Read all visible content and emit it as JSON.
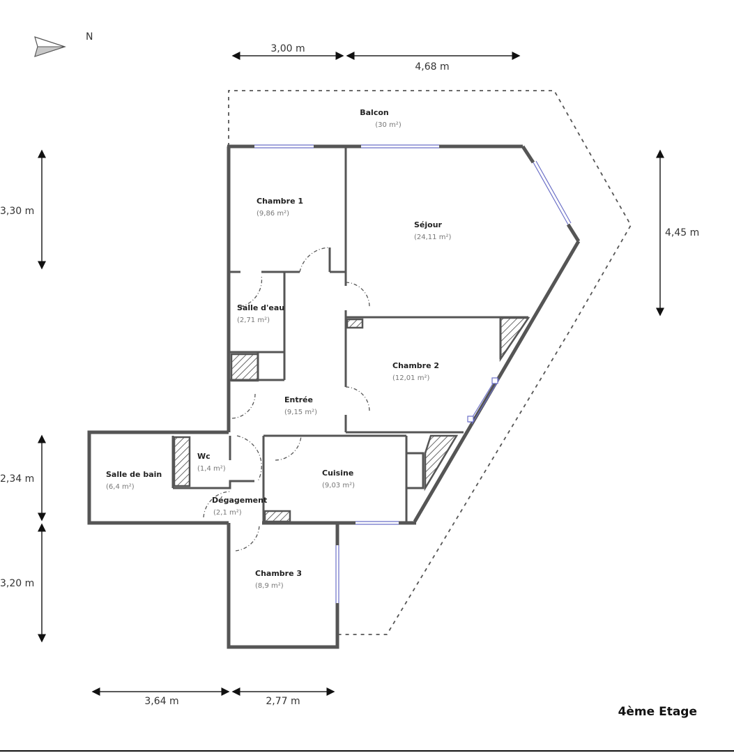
{
  "plan": {
    "floor_label": "4ème Etage",
    "north_label": "N",
    "compass_icon": "north-arrow-icon"
  },
  "rooms": {
    "balcon": {
      "name": "Balcon",
      "area": "(30 m²)"
    },
    "chambre1": {
      "name": "Chambre 1",
      "area": "(9,86 m²)"
    },
    "sejour": {
      "name": "Séjour",
      "area": "(24,11 m²)"
    },
    "salle_eau": {
      "name": "Salle d'eau",
      "area": "(2,71 m²)"
    },
    "chambre2": {
      "name": "Chambre 2",
      "area": "(12,01 m²)"
    },
    "entree": {
      "name": "Entrée",
      "area": "(9,15 m²)"
    },
    "salle_bain": {
      "name": "Salle de bain",
      "area": "(6,4 m²)"
    },
    "wc": {
      "name": "Wc",
      "area": "(1,4 m²)"
    },
    "degagement": {
      "name": "Dégagement",
      "area": "(2,1 m²)"
    },
    "cuisine": {
      "name": "Cuisine",
      "area": "(9,03 m²)"
    },
    "chambre3": {
      "name": "Chambre 3",
      "area": "(8,9 m²)"
    }
  },
  "dimensions": {
    "top_left": "3,00 m",
    "top_right": "4,68 m",
    "left_top": "3,30 m",
    "left_middle": "2,34 m",
    "left_bottom": "3,20 m",
    "right": "4,45 m",
    "bottom_left": "3,64 m",
    "bottom_right": "2,77 m"
  },
  "colors": {
    "wall": "#555555",
    "window": "#6b6fc7",
    "text": "#222222",
    "area_text": "#777777"
  }
}
